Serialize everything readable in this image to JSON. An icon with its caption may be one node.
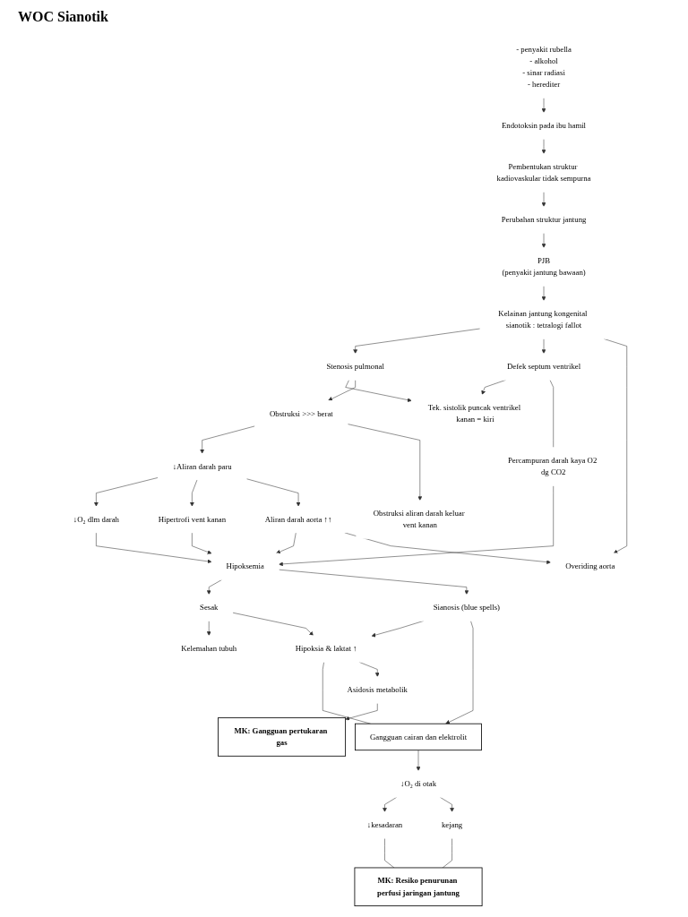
{
  "diagram": {
    "title": "WOC Sianotik",
    "nodes": [
      {
        "text": [
          "- penyakit rubella",
          "- alkohol",
          "- sinar radiasi",
          "- herediter"
        ]
      },
      {
        "text": [
          "Endotoksin pada ibu hamil"
        ]
      },
      {
        "text": [
          "Pembentukan struktur kadiovaskular tidak sempurna"
        ]
      },
      {
        "text": [
          "Perubahan struktur jantung"
        ]
      },
      {
        "text": [
          "PJB",
          "(penyakit jantung bawaan)"
        ]
      },
      {
        "text": [
          "Kelainan jantung kongenital sianotik : tetralogi fallot"
        ]
      },
      {
        "text": [
          "Stenosis pulmonal"
        ]
      },
      {
        "text": [
          "Defek septum ventrikel"
        ]
      },
      {
        "text": [
          "Overiding aorta"
        ]
      },
      {
        "text": [
          "Obstruksi >>> berat"
        ]
      },
      {
        "text": [
          "Tek. sistolik puncak ventrikel kanan = kiri"
        ]
      },
      {
        "text": [
          "↓Aliran darah paru"
        ]
      },
      {
        "text": [
          "Obstruksi aliran darah keluar vent kanan"
        ]
      },
      {
        "text": [
          "↓O₂ dlm darah"
        ]
      },
      {
        "text": [
          "Hipertrofi vent kanan"
        ]
      },
      {
        "text": [
          "Aliran darah aorta ↑↑"
        ]
      },
      {
        "text": [
          "Percampuran darah kaya O2 dg CO2"
        ]
      },
      {
        "text": [
          "Hipoksemia"
        ]
      },
      {
        "text": [
          "Sesak"
        ]
      },
      {
        "text": [
          "Sianosis (blue spells)"
        ]
      },
      {
        "text": [
          "Kelemahan tubuh"
        ]
      },
      {
        "text": [
          "Hipoksia & laktat ↑"
        ]
      },
      {
        "text": [
          "Asidosis metabolik"
        ]
      },
      {
        "text": [
          "MK: Gangguan pertukaran gas"
        ]
      },
      {
        "text": [
          "Gangguan cairan dan elektrolit"
        ]
      },
      {
        "text": [
          "↓O₂ di otak"
        ]
      },
      {
        "text": [
          "↓kesadaran"
        ]
      },
      {
        "text": [
          "kejang"
        ]
      },
      {
        "text": [
          "MK: Resiko penurunan perfusi jaringan jantung"
        ]
      }
    ],
    "edges": [
      {
        "from": 0,
        "to": 1,
        "arrow": "to"
      },
      {
        "from": 1,
        "to": 2,
        "arrow": "to"
      },
      {
        "from": 2,
        "to": 3,
        "arrow": "to"
      },
      {
        "from": 3,
        "to": 4,
        "arrow": "to"
      },
      {
        "from": 4,
        "to": 5,
        "arrow": "to"
      },
      {
        "from": 5,
        "to": 6,
        "arrow": "to"
      },
      {
        "from": 5,
        "to": 7,
        "arrow": "to"
      },
      {
        "from": 5,
        "to": 8,
        "arrow": "to"
      },
      {
        "from": 6,
        "to": 10,
        "arrow": "to"
      },
      {
        "from": 7,
        "to": 10,
        "arrow": "to"
      },
      {
        "from": 6,
        "to": 9,
        "arrow": "to"
      },
      {
        "from": 9,
        "to": 11,
        "arrow": "to"
      },
      {
        "from": 9,
        "to": 12,
        "arrow": "to"
      },
      {
        "from": 11,
        "to": 13,
        "arrow": "to"
      },
      {
        "from": 11,
        "to": 14,
        "arrow": "to"
      },
      {
        "from": 11,
        "to": 15,
        "arrow": "to"
      },
      {
        "from": 7,
        "to": 16,
        "arrow": "none"
      },
      {
        "from": 13,
        "to": 17,
        "arrow": "to"
      },
      {
        "from": 14,
        "to": 17,
        "arrow": "to"
      },
      {
        "from": 15,
        "to": 17,
        "arrow": "to"
      },
      {
        "from": 16,
        "to": 17,
        "arrow": "to"
      },
      {
        "from": 15,
        "to": 8,
        "arrow": "to"
      },
      {
        "from": 17,
        "to": 18,
        "arrow": "to"
      },
      {
        "from": 17,
        "to": 19,
        "arrow": "to"
      },
      {
        "from": 18,
        "to": 20,
        "arrow": "to"
      },
      {
        "from": 19,
        "to": 21,
        "arrow": "to"
      },
      {
        "from": 18,
        "to": 21,
        "arrow": "to"
      },
      {
        "from": 19,
        "to": 24,
        "arrow": "to"
      },
      {
        "from": 21,
        "to": 24,
        "arrow": "none"
      },
      {
        "from": 21,
        "to": 22,
        "arrow": "to"
      },
      {
        "from": 22,
        "to": 23,
        "arrow": "to"
      },
      {
        "from": 24,
        "to": 25,
        "arrow": "to"
      },
      {
        "from": 25,
        "to": 26,
        "arrow": "to"
      },
      {
        "from": 25,
        "to": 27,
        "arrow": "to"
      },
      {
        "from": 26,
        "to": 28,
        "arrow": "none"
      },
      {
        "from": 27,
        "to": 28,
        "arrow": "none"
      }
    ]
  }
}
